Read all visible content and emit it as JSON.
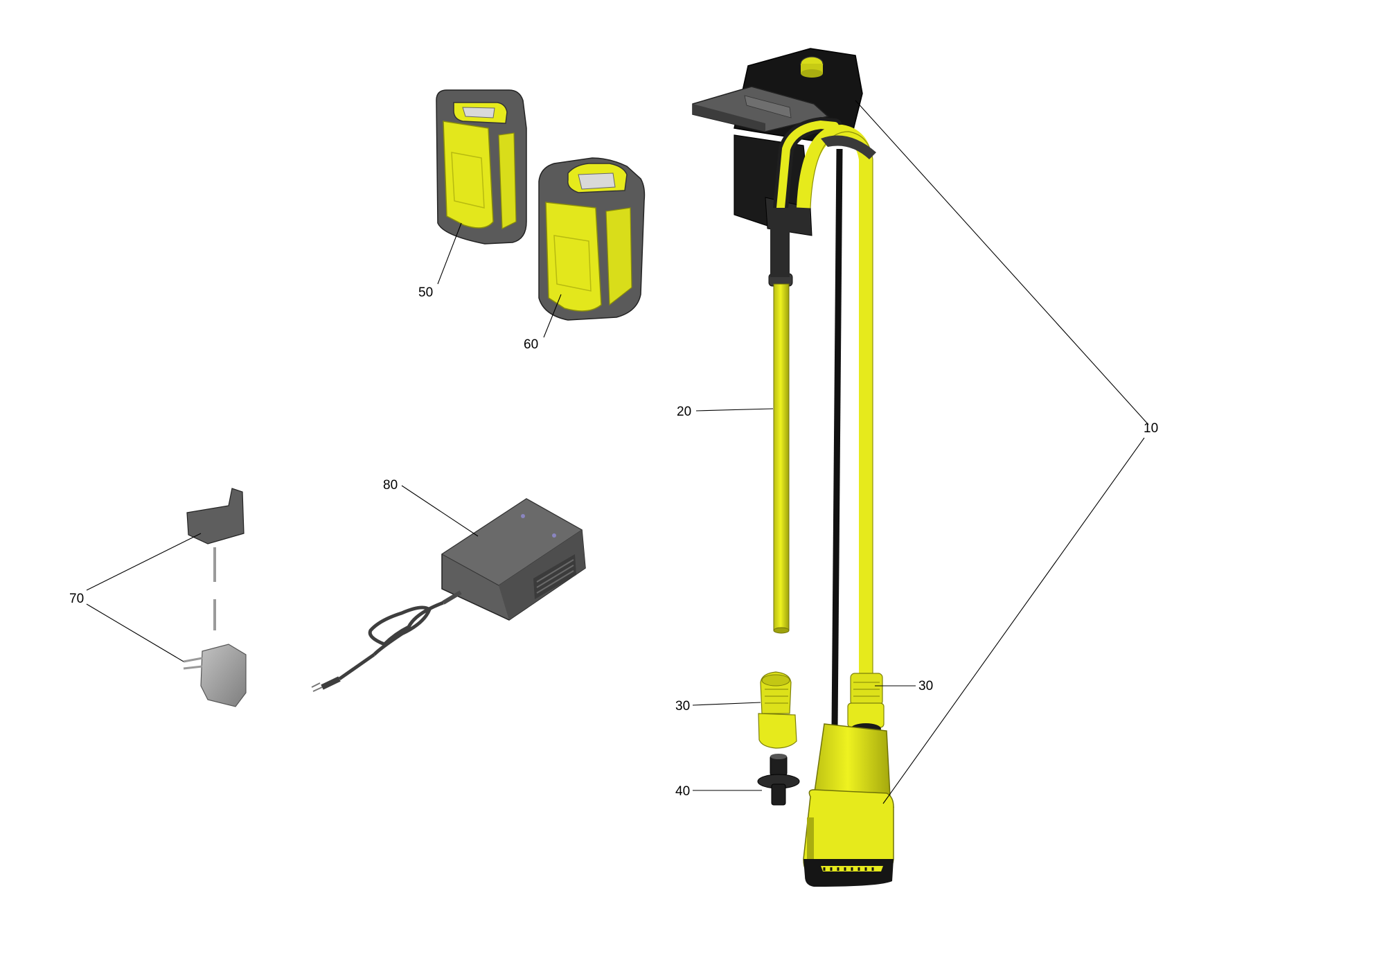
{
  "diagram": {
    "callouts": [
      {
        "id": "10",
        "label": "10"
      },
      {
        "id": "20",
        "label": "20"
      },
      {
        "id": "30a",
        "label": "30"
      },
      {
        "id": "30b",
        "label": "30"
      },
      {
        "id": "40",
        "label": "40"
      },
      {
        "id": "50",
        "label": "50"
      },
      {
        "id": "60",
        "label": "60"
      },
      {
        "id": "70",
        "label": "70"
      },
      {
        "id": "80",
        "label": "80"
      }
    ],
    "colors": {
      "yellow": "#e6ea1c",
      "yellow_shadow": "#a9ad10",
      "dark_gray": "#4a4a4a",
      "mid_gray": "#6b6b6b",
      "light_gray": "#9a9a9a",
      "black": "#111111"
    }
  }
}
